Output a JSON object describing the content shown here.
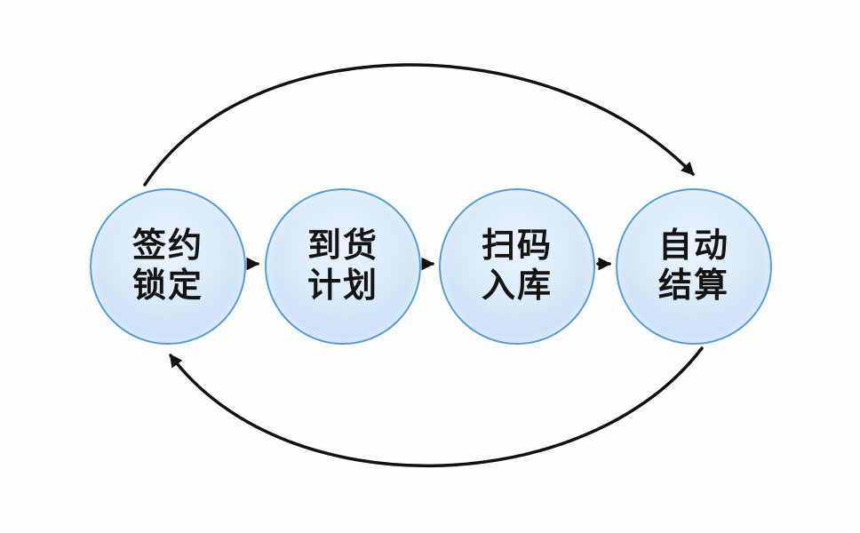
{
  "diagram": {
    "title_hint": "closed-loop supply process cycle",
    "colors": {
      "background": "#fefefe",
      "node_border": "#5b9bd5",
      "node_fill_center": "#eaf3fc",
      "node_fill_edge": "#c0daf4",
      "text": "#141414",
      "arrow": "#111111"
    },
    "nodes": [
      {
        "id": "sign-lock",
        "line1": "签约",
        "line2": "锁定"
      },
      {
        "id": "arrival-plan",
        "line1": "到货",
        "line2": "计划"
      },
      {
        "id": "scan-inbound",
        "line1": "扫码",
        "line2": "入库"
      },
      {
        "id": "auto-settle",
        "line1": "自动",
        "line2": "结算"
      }
    ],
    "flow": {
      "forward_steps": [
        "sign-lock -> arrival-plan",
        "arrival-plan -> scan-inbound",
        "scan-inbound -> auto-settle"
      ],
      "top_cycle": "sign-lock -> auto-settle",
      "bottom_cycle": "auto-settle -> sign-lock"
    }
  }
}
